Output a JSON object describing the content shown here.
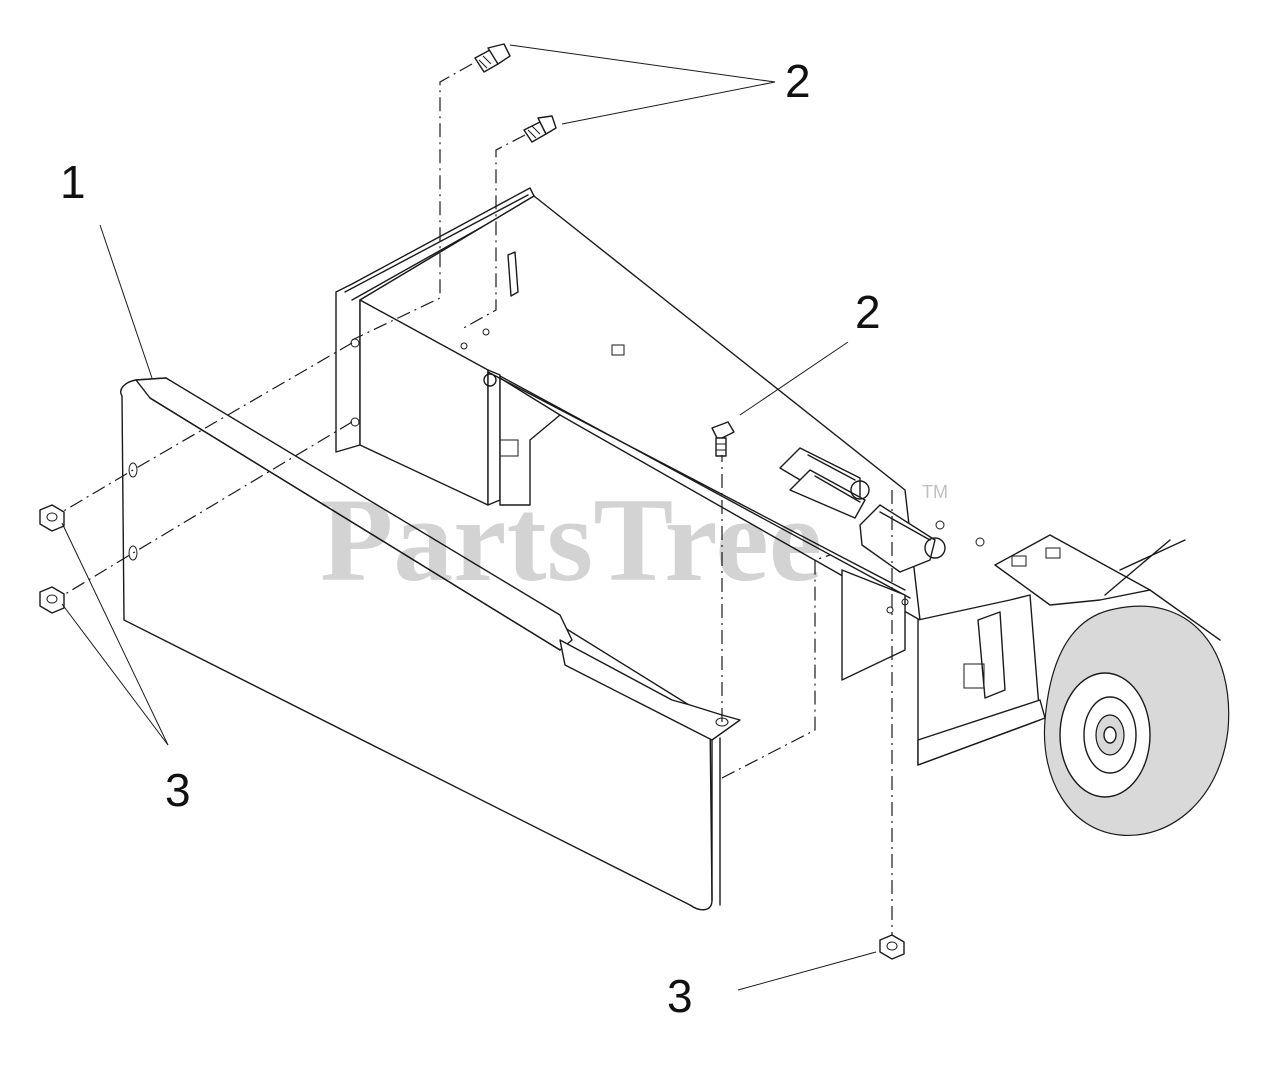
{
  "callouts": {
    "c1": "1",
    "c2_top": "2",
    "c2_mid": "2",
    "c3_left": "3",
    "c3_bottom": "3"
  },
  "watermark": {
    "text": "PartsTree",
    "trademark": "TM"
  }
}
